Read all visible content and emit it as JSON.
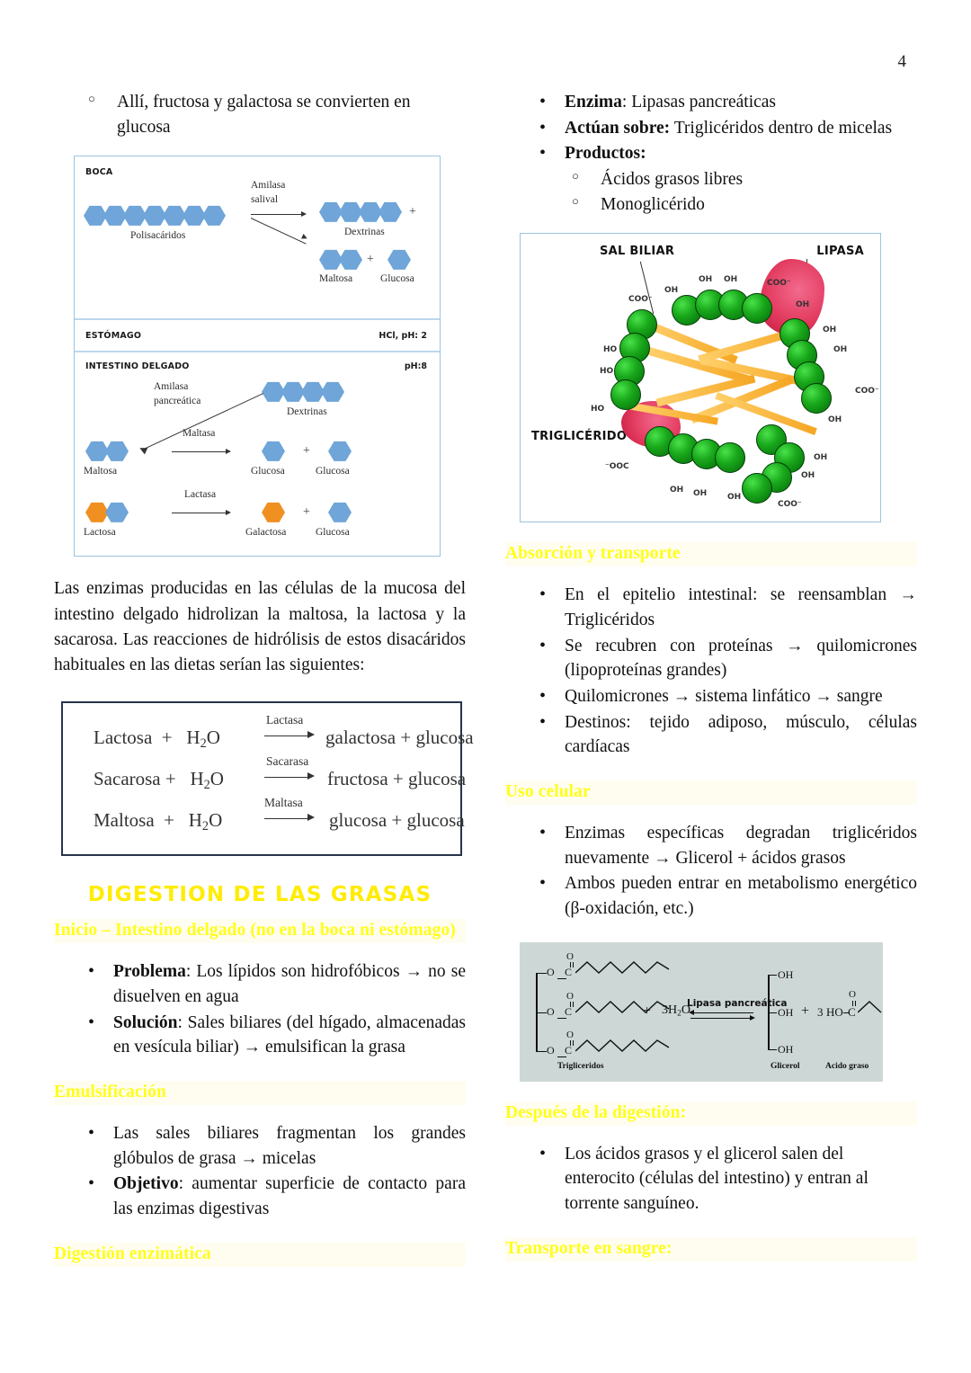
{
  "page": {
    "number": "4"
  },
  "left_column": {
    "top_sub_bullet": "Allí, fructosa y galactosa se convierten en glucosa",
    "carb_figure": {
      "zones": {
        "mouth": "BOCA",
        "stomach": "ESTÓMAGO",
        "stomach_ph": "HCl, pH: 2",
        "intestine": "INTESTINO DELGADO",
        "intestine_ph": "pH:8"
      },
      "labels": {
        "polysaccharides": "Polisacáridos",
        "salivary_amylase_l1": "Amilasa",
        "salivary_amylase_l2": "salival",
        "dextrins_mouth": "Dextrinas",
        "maltose_mouth": "Maltosa",
        "glucose_mouth": "Glucosa",
        "pancreatic_amylase_l1": "Amilasa",
        "pancreatic_amylase_l2": "pancreática",
        "dextrins_intestine": "Dextrinas",
        "maltase": "Maltasa",
        "maltose_intestine": "Maltosa",
        "glucose_a": "Glucosa",
        "glucose_b": "Glucosa",
        "lactase": "Lactasa",
        "lactose": "Lactosa",
        "galactose": "Galactosa",
        "glucose_c": "Glucosa",
        "plus": "+"
      },
      "colors": {
        "hexagon_blue": "#6fa5d8",
        "hexagon_orange": "#ef9020",
        "border": "#9cc3de"
      }
    },
    "paragraph": "Las enzimas producidas en las células de la mucosa del intestino delgado hidrolizan la maltosa, la lactosa y la sacarosa. Las reacciones de hidrólisis de estos disacáridos habituales en las dietas serían las siguientes:",
    "equations": [
      {
        "substrate": "Lactosa",
        "water": "H2O",
        "enzyme": "Lactasa",
        "products": "galactosa + glucosa"
      },
      {
        "substrate": "Sacarosa",
        "water": "H2O",
        "enzyme": "Sacarasa",
        "products": "fructosa + glucosa"
      },
      {
        "substrate": "Maltosa",
        "water": "H2O",
        "enzyme": "Maltasa",
        "products": "glucosa + glucosa"
      }
    ],
    "title": "DIGESTION DE LAS GRASAS",
    "heading_inicio": "Inicio – Intestino delgado (no en la boca ni estómago)",
    "bullets_inicio": [
      {
        "bold": "Problema",
        "rest": ": Los lípidos son hidrofóbicos → no se disuelven en agua"
      },
      {
        "bold": "Solución",
        "rest": ": Sales biliares (del hígado, almacenadas en vesícula biliar) → emulsifican la grasa"
      }
    ],
    "heading_emulsificacion": "Emulsificación",
    "bullets_emulsificacion": [
      {
        "bold": "",
        "rest": "Las sales biliares fragmentan los grandes glóbulos de grasa → micelas"
      },
      {
        "bold": "Objetivo",
        "rest": ": aumentar superficie de contacto para las enzimas digestivas"
      }
    ],
    "heading_digestion_enzimatica": "Digestión enzimática"
  },
  "right_column": {
    "bullets_enzima": [
      {
        "bold": "Enzima",
        "rest": ": Lipasas pancreáticas"
      },
      {
        "bold": "Actúan sobre:",
        "rest": " Triglicéridos dentro de micelas"
      },
      {
        "bold": "Productos:",
        "rest": ""
      }
    ],
    "sub_productos": [
      "Ácidos grasos libres",
      "Monoglicérido"
    ],
    "micelle_figure": {
      "labels": {
        "bile_salt": "SAL BILIAR",
        "lipase": "LIPASA",
        "triglyceride": "TRIGLICÉRIDO"
      },
      "group_labels": {
        "oh": "OH",
        "coo": "COO⁻",
        "ho": "HO",
        "ooc": "⁻OOC"
      },
      "colors": {
        "bead_green": "#19a81b",
        "lipase_pink": "#e23a5e",
        "tail_orange": "#f5a623"
      }
    },
    "heading_absorcion": "Absorción y transporte",
    "bullets_absorcion": [
      "En el epitelio intestinal: se reensamblan → Triglicéridos",
      "Se recubren con proteínas → quilomicrones (lipoproteínas grandes)",
      "Quilomicrones → sistema linfático → sangre",
      "Destinos: tejido adiposo, músculo, células cardíacas"
    ],
    "heading_uso_celular": "Uso celular",
    "bullets_uso_celular": [
      "Enzimas específicas degradan triglicéridos nuevamente → Glicerol + ácidos grasos",
      "Ambos pueden entrar en metabolismo energético (β-oxidación, etc.)"
    ],
    "tg_figure": {
      "labels": {
        "triglycerides": "Trigliceridos",
        "glycerol": "Glicerol",
        "fatty_acid": "Acido graso",
        "water": "3H2O",
        "enzyme": "Lipasa pancreática",
        "plus1": "+",
        "plus2": "+",
        "three": "3",
        "ho": "HO",
        "oh": "OH",
        "o": "O",
        "c": "C"
      },
      "colors": {
        "background": "#cdd8d6"
      }
    },
    "heading_despues": "Después de la digestión:",
    "bullets_despues": [
      "Los ácidos grasos y el glicerol salen del enterocito (células del intestino) y entran al torrente sanguíneo."
    ],
    "heading_transporte": "Transporte en sangre:"
  }
}
